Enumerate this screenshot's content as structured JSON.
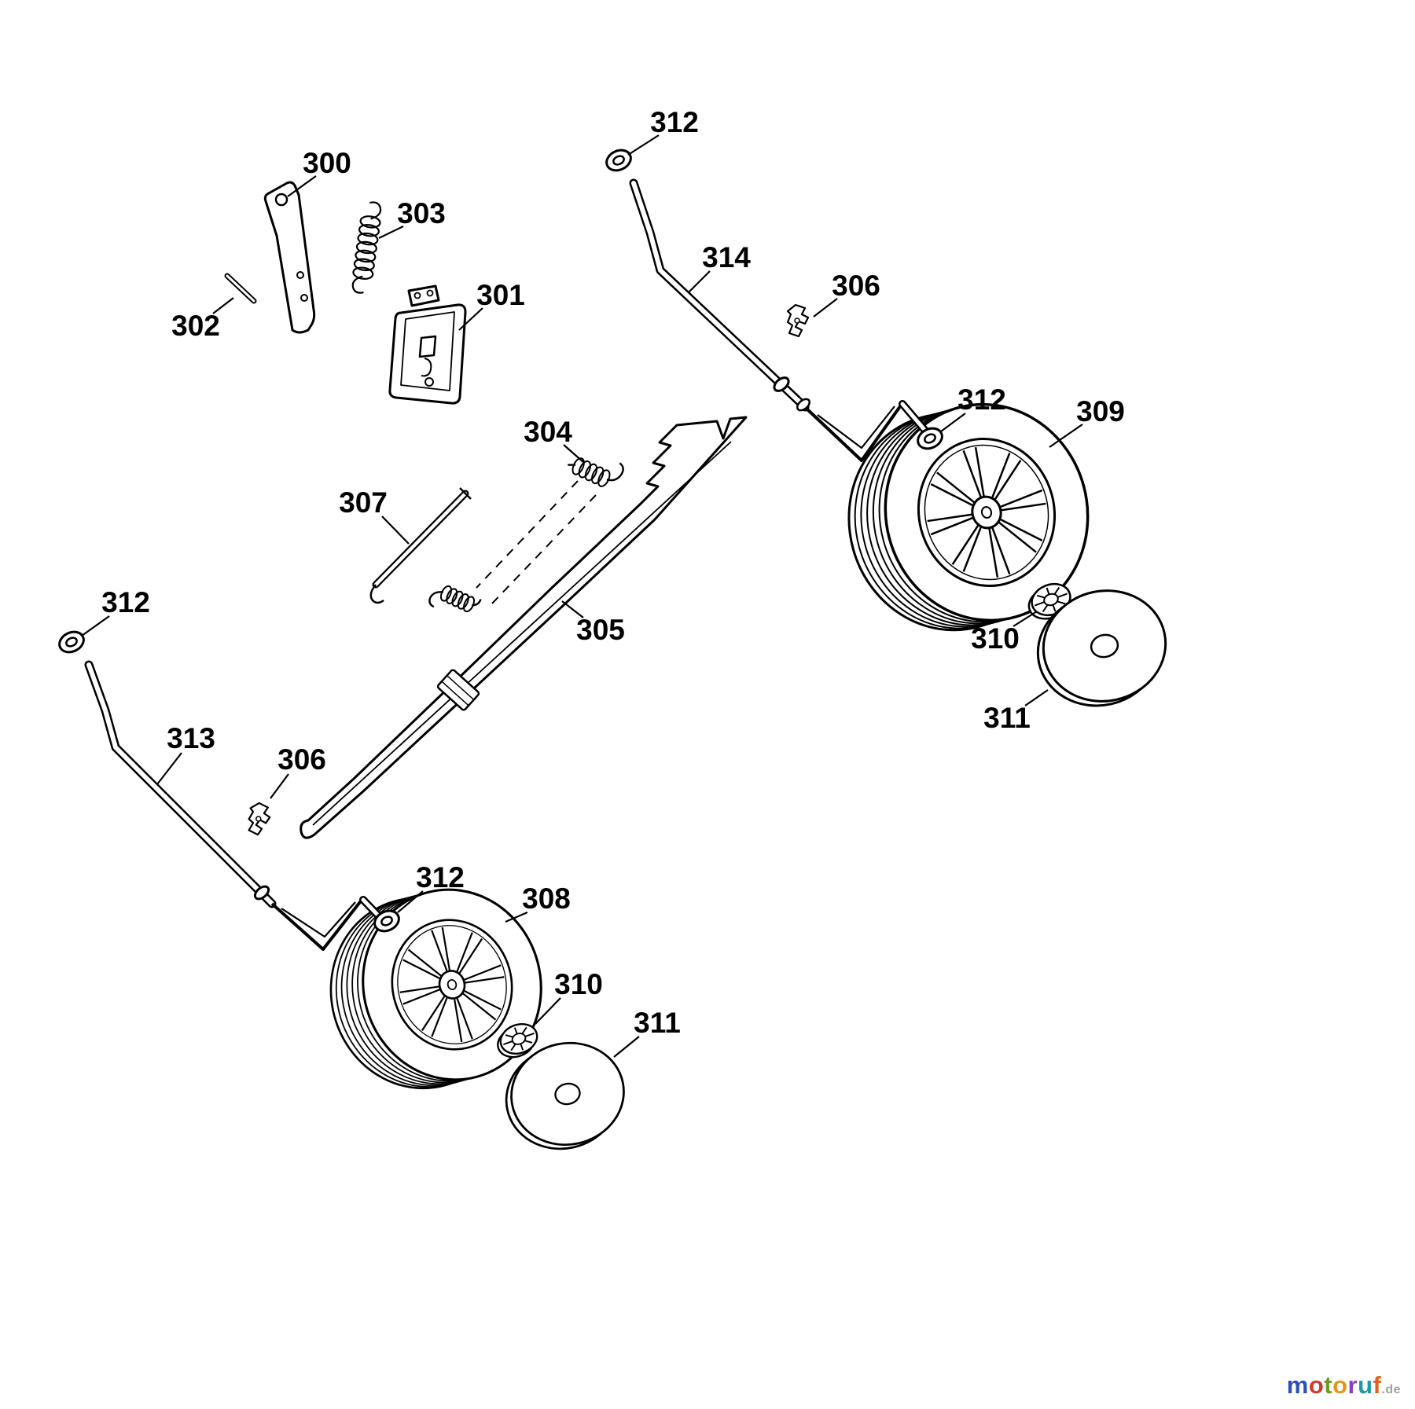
{
  "diagram": {
    "title": "exploded-parts-diagram",
    "ink_color": "#000000",
    "background_color": "#ffffff",
    "labels": [
      {
        "text": "300"
      },
      {
        "text": "303"
      },
      {
        "text": "301"
      },
      {
        "text": "302"
      },
      {
        "text": "312"
      },
      {
        "text": "314"
      },
      {
        "text": "306"
      },
      {
        "text": "312"
      },
      {
        "text": "309"
      },
      {
        "text": "304"
      },
      {
        "text": "307"
      },
      {
        "text": "305"
      },
      {
        "text": "312"
      },
      {
        "text": "310"
      },
      {
        "text": "311"
      },
      {
        "text": "313"
      },
      {
        "text": "306"
      },
      {
        "text": "312"
      },
      {
        "text": "308"
      },
      {
        "text": "310"
      },
      {
        "text": "311"
      }
    ]
  },
  "watermark": {
    "letters": [
      {
        "ch": "m",
        "color": "#2d4fbe"
      },
      {
        "ch": "o",
        "color": "#d03a2a"
      },
      {
        "ch": "t",
        "color": "#6b9a1f"
      },
      {
        "ch": "o",
        "color": "#e0971c"
      },
      {
        "ch": "r",
        "color": "#8a3fc0"
      },
      {
        "ch": "u",
        "color": "#1d9aa5"
      },
      {
        "ch": "f",
        "color": "#e2621b"
      }
    ],
    "suffix": ".de",
    "suffix_color": "#a0a0a0"
  }
}
